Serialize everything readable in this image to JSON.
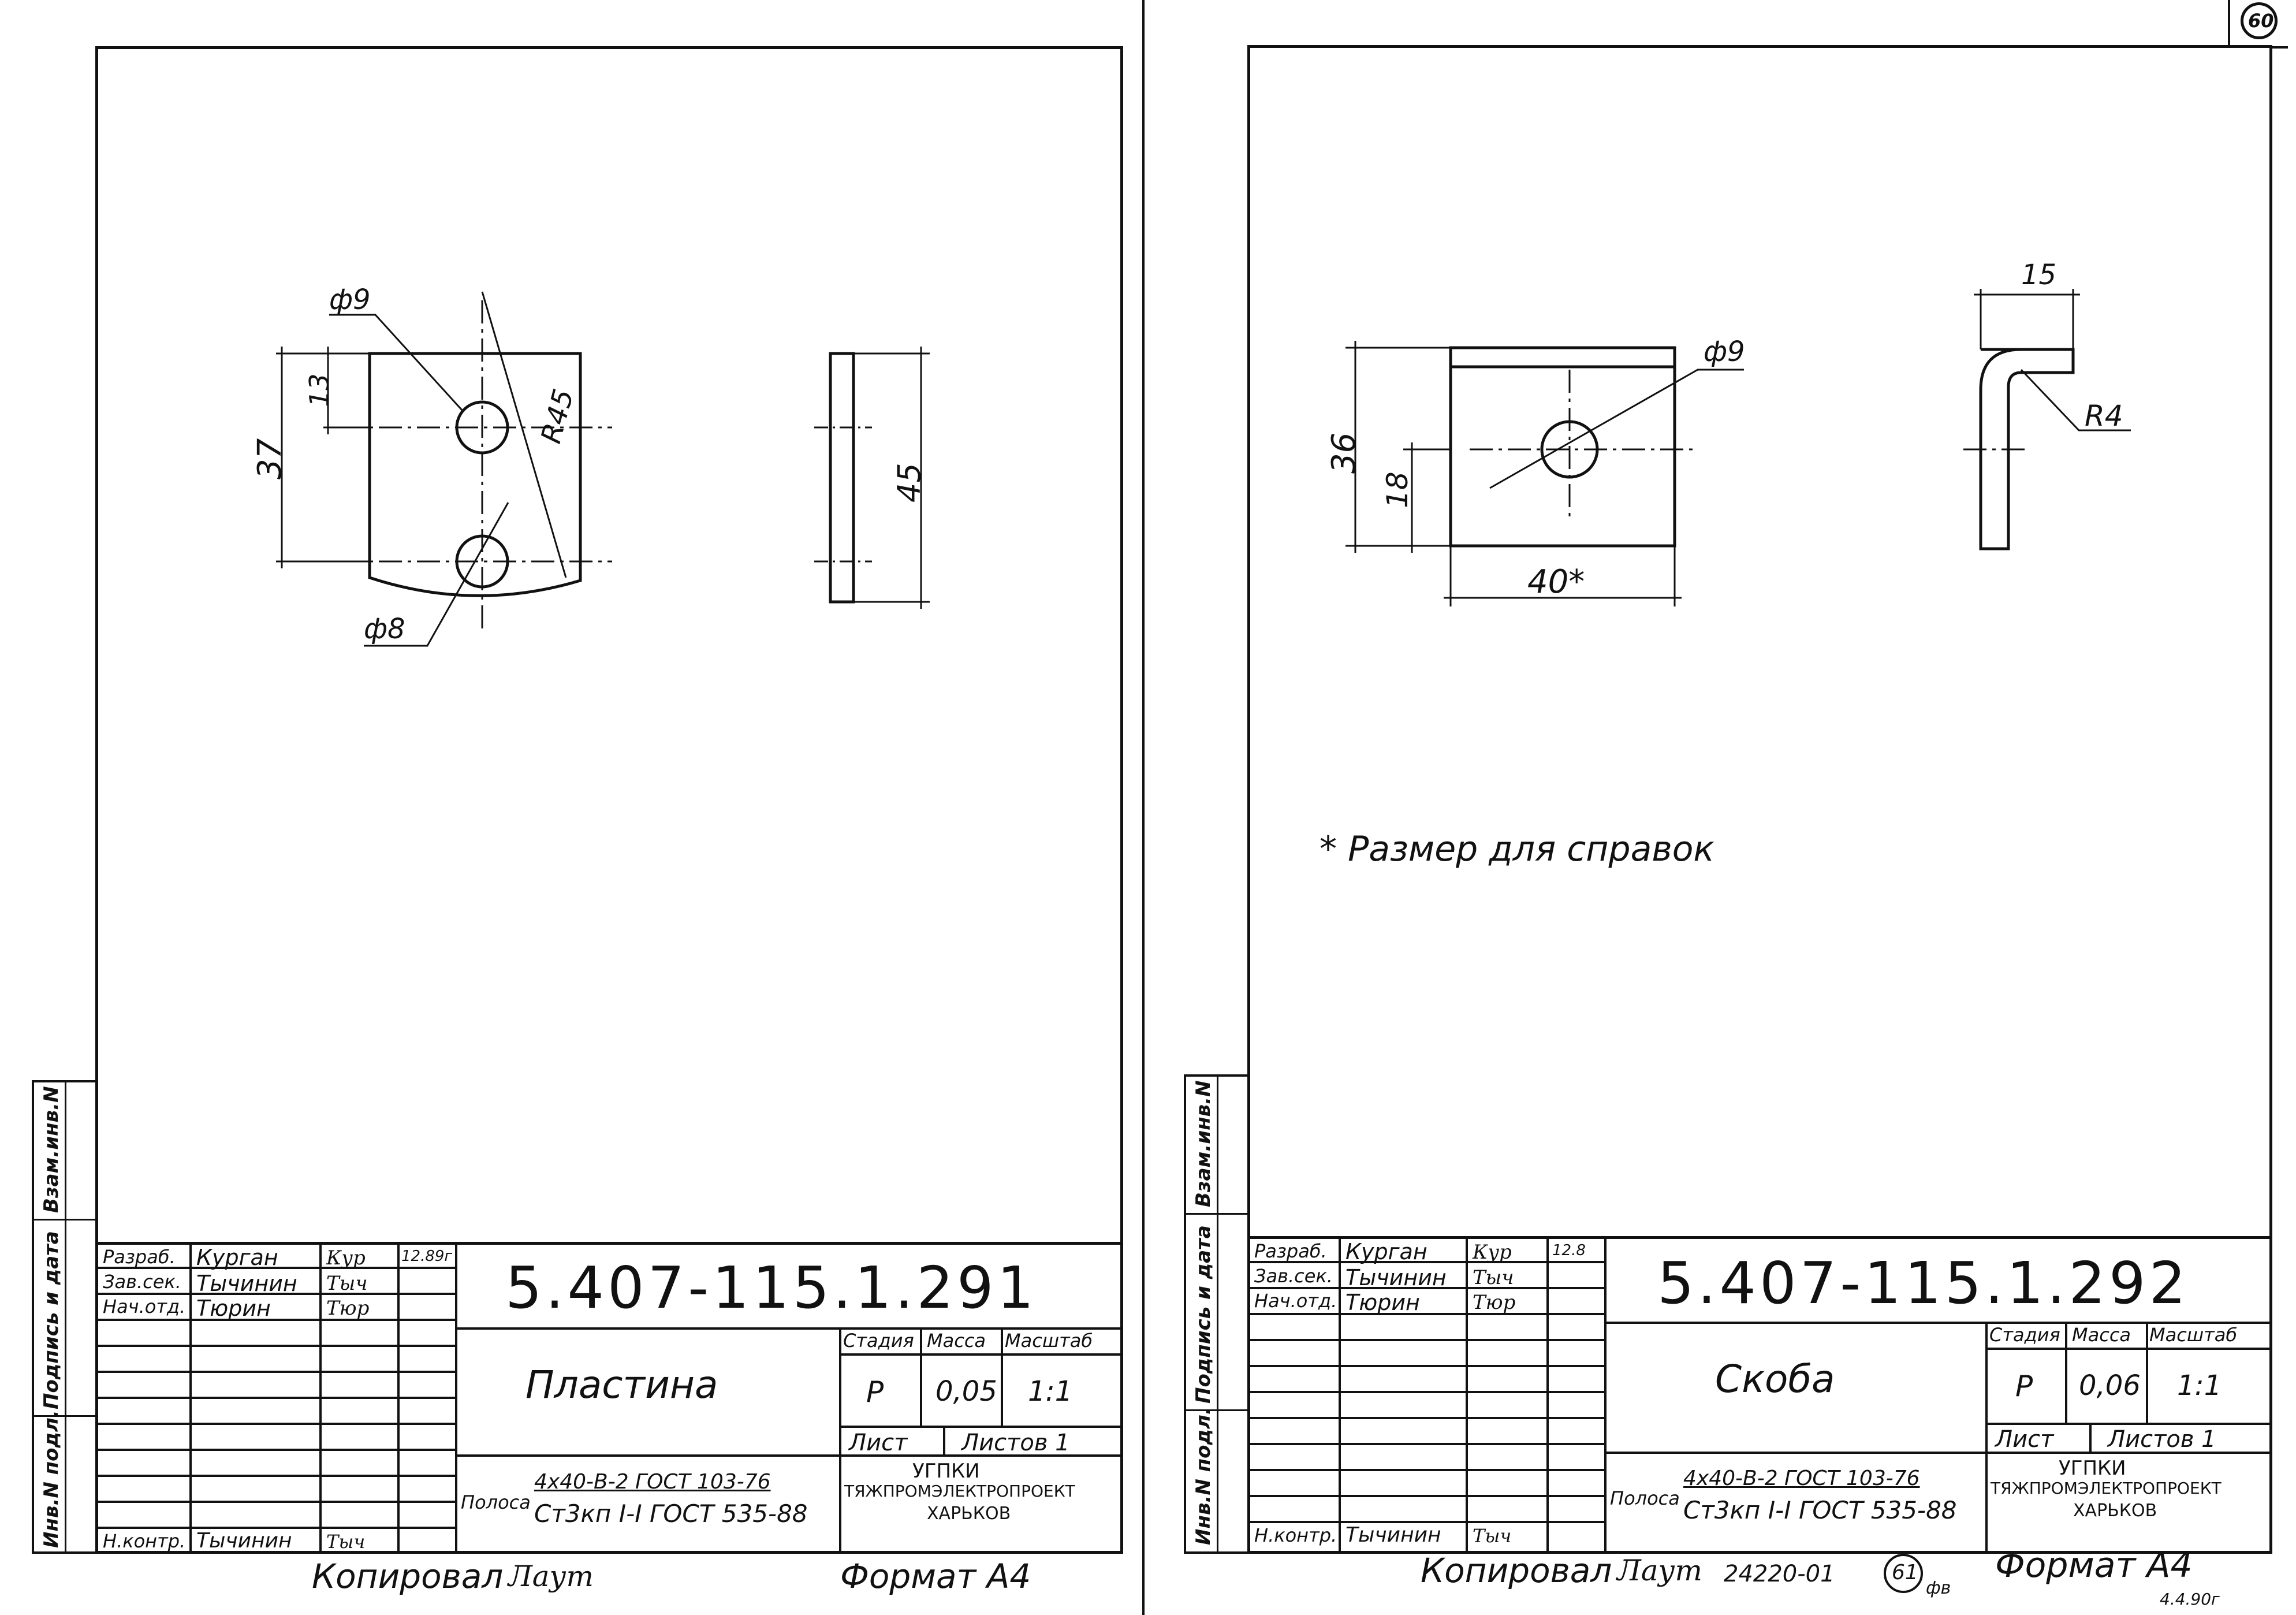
{
  "page_number": "60",
  "sheets": [
    {
      "id": "left",
      "stamp": {
        "roles": [
          "Разраб.",
          "Зав.сек.",
          "Нач.отд."
        ],
        "names": [
          "Курган",
          "Тычинин",
          "Тюрин"
        ],
        "date": "12.89г",
        "nkontr_role": "Н.контр.",
        "nkontr_name": "Тычинин",
        "code": "5.407-115.1.291",
        "title": "Пластина",
        "col_headers": [
          "Стадия",
          "Масса",
          "Масштаб"
        ],
        "stage": "Р",
        "mass": "0,05",
        "scale": "1:1",
        "sheet_label": "Лист",
        "sheets_label": "Листов 1",
        "material_prefix": "Полоса",
        "material_top": "4х40-В-2 ГОСТ 103-76",
        "material_bottom": "Ст3кп I-I ГОСТ 535-88",
        "org": [
          "УГПКИ",
          "ТЯЖПРОМЭЛЕКТРОПРОЕКТ",
          "ХАРЬКОВ"
        ]
      },
      "side_labels": [
        "Инв.N подл.",
        "Подпись и дата",
        "Взам.инв.N"
      ],
      "dims": {
        "d9": "ф9",
        "d8": "ф8",
        "d13": "13",
        "d37": "37",
        "r45": "R45",
        "d45": "45"
      },
      "footer_left": "Копировал",
      "footer_sign": "Лаут",
      "footer_format": "Формат А4"
    },
    {
      "id": "right",
      "stamp": {
        "roles": [
          "Разраб.",
          "Зав.сек.",
          "Нач.отд."
        ],
        "names": [
          "Курган",
          "Тычинин",
          "Тюрин"
        ],
        "date": "12.8",
        "nkontr_role": "Н.контр.",
        "nkontr_name": "Тычинин",
        "code": "5.407-115.1.292",
        "title": "Скоба",
        "col_headers": [
          "Стадия",
          "Масса",
          "Масштаб"
        ],
        "stage": "Р",
        "mass": "0,06",
        "scale": "1:1",
        "sheet_label": "Лист",
        "sheets_label": "Листов 1",
        "material_prefix": "Полоса",
        "material_top": "4х40-В-2 ГОСТ 103-76",
        "material_bottom": "Ст3кп I-I ГОСТ 535-88",
        "org": [
          "УГПКИ",
          "ТЯЖПРОМЭЛЕКТРОПРОЕКТ",
          "ХАРЬКОВ"
        ]
      },
      "side_labels": [
        "Инв.N подл.",
        "Подпись и дата",
        "Взам.инв.N"
      ],
      "dims": {
        "d9": "ф9",
        "d15": "15",
        "r4": "R4",
        "d36": "36",
        "d18": "18",
        "d40": "40*"
      },
      "note": "* Размер для справок",
      "footer_left": "Копировал",
      "footer_sign": "Лаут",
      "footer_number": "24220-01",
      "footer_circle": "61",
      "footer_circle_suffix": "фв",
      "footer_format": "Формат А4",
      "footer_date": "4.4.90г"
    }
  ]
}
